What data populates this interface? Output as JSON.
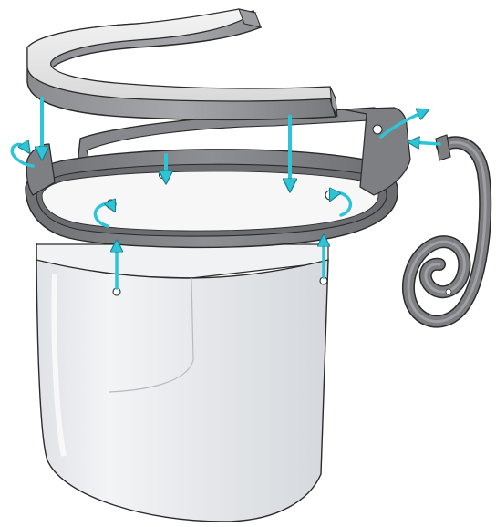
{
  "figure": {
    "type": "exploded assembly illustration",
    "subject": "face shield",
    "parts": [
      {
        "name": "foam-headband-pad",
        "color": "#7b7d80"
      },
      {
        "name": "headband-frame",
        "color": "#7a7c7f"
      },
      {
        "name": "elastic-strap",
        "color": "#6f7175"
      },
      {
        "name": "clear-visor",
        "color": "#e9ebee"
      }
    ],
    "assembly_arrows": [
      {
        "name": "pad-to-frame-arrows",
        "color": "#2ec4d8",
        "count": 3
      },
      {
        "name": "visor-to-frame-arrows",
        "color": "#2ec4d8",
        "count": 4
      },
      {
        "name": "strap-to-frame-arrows",
        "color": "#2ec4d8",
        "count": 3
      }
    ],
    "palette": {
      "accent": "#2ec4d8",
      "frame_dark": "#5f6164",
      "frame_light": "#8b8d90",
      "visor_fill": "#eceef1",
      "outline": "#2a2a2a"
    }
  }
}
